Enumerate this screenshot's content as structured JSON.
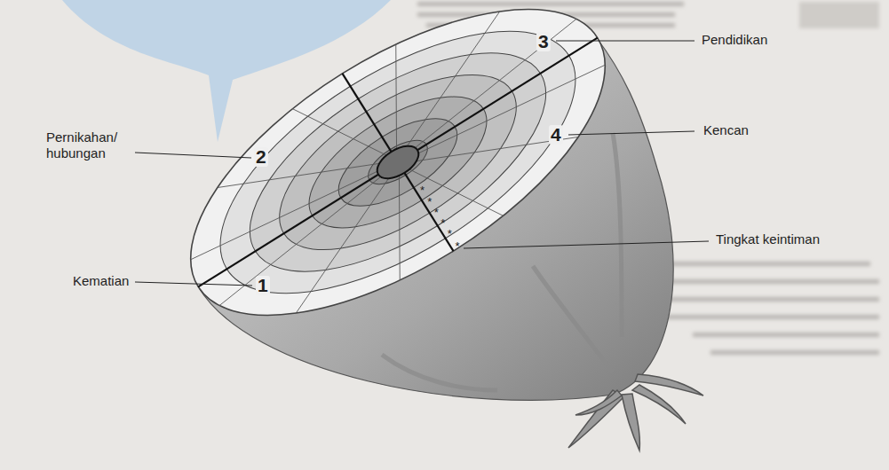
{
  "diagram": {
    "labels": [
      "3",
      "Pendidikan",
      "4",
      "Kencan",
      "Pernikahan/ hubungan",
      "2",
      "Kematian",
      "1",
      "Tingkat keintiman",
      "*",
      "*",
      "*",
      "*",
      "*",
      "*"
    ]
  }
}
